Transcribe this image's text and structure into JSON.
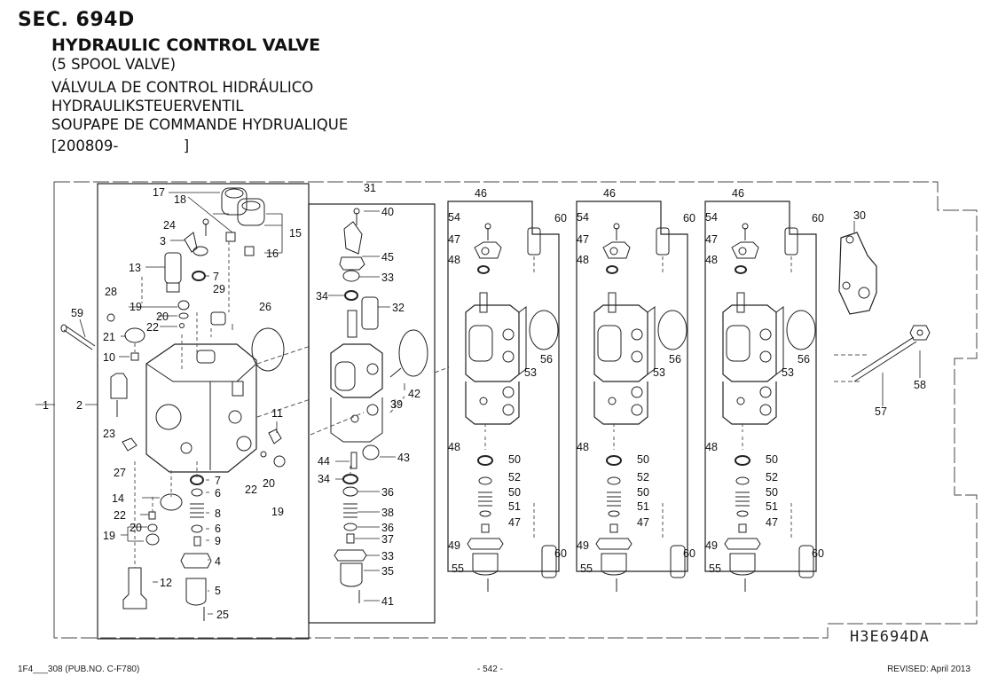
{
  "header": {
    "section": "SEC. 694D",
    "title": "HYDRAULIC CONTROL VALVE",
    "subtitle": "(5 SPOOL VALVE)",
    "title_es": "VÁLVULA DE CONTROL HIDRÁULICO",
    "title_de": "HYDRAULIKSTEUERVENTIL",
    "title_fr": "SOUPAPE DE COMMANDE HYDRUALIQUE",
    "serial_range": "[200809-              ]"
  },
  "diagram": {
    "figure_code": "H3E694DA",
    "callouts_block1": [
      {
        "id": "c1",
        "text": "1"
      },
      {
        "id": "c2",
        "text": "2"
      },
      {
        "id": "c3",
        "text": "3"
      },
      {
        "id": "c4",
        "text": "4"
      },
      {
        "id": "c5",
        "text": "5"
      },
      {
        "id": "c6a",
        "text": "6"
      },
      {
        "id": "c6b",
        "text": "6"
      },
      {
        "id": "c7a",
        "text": "7"
      },
      {
        "id": "c7b",
        "text": "7"
      },
      {
        "id": "c8",
        "text": "8"
      },
      {
        "id": "c9",
        "text": "9"
      },
      {
        "id": "c10",
        "text": "10"
      },
      {
        "id": "c11",
        "text": "11"
      },
      {
        "id": "c12",
        "text": "12"
      },
      {
        "id": "c13",
        "text": "13"
      },
      {
        "id": "c14",
        "text": "14"
      },
      {
        "id": "c15",
        "text": "15"
      },
      {
        "id": "c16",
        "text": "16"
      },
      {
        "id": "c17",
        "text": "17"
      },
      {
        "id": "c18",
        "text": "18"
      },
      {
        "id": "c19a",
        "text": "19"
      },
      {
        "id": "c19b",
        "text": "19"
      },
      {
        "id": "c19c",
        "text": "19"
      },
      {
        "id": "c20a",
        "text": "20"
      },
      {
        "id": "c20b",
        "text": "20"
      },
      {
        "id": "c20c",
        "text": "20"
      },
      {
        "id": "c21",
        "text": "21"
      },
      {
        "id": "c22a",
        "text": "22"
      },
      {
        "id": "c22b",
        "text": "22"
      },
      {
        "id": "c22c",
        "text": "22"
      },
      {
        "id": "c23",
        "text": "23"
      },
      {
        "id": "c24",
        "text": "24"
      },
      {
        "id": "c25",
        "text": "25"
      },
      {
        "id": "c26",
        "text": "26"
      },
      {
        "id": "c27",
        "text": "27"
      },
      {
        "id": "c28",
        "text": "28"
      },
      {
        "id": "c29",
        "text": "29"
      },
      {
        "id": "c59",
        "text": "59"
      }
    ],
    "callouts_block2": [
      {
        "id": "d31",
        "text": "31"
      },
      {
        "id": "d40",
        "text": "40"
      },
      {
        "id": "d45",
        "text": "45"
      },
      {
        "id": "d33a",
        "text": "33"
      },
      {
        "id": "d34a",
        "text": "34"
      },
      {
        "id": "d32",
        "text": "32"
      },
      {
        "id": "d42",
        "text": "42"
      },
      {
        "id": "d39",
        "text": "39"
      },
      {
        "id": "d43",
        "text": "43"
      },
      {
        "id": "d44",
        "text": "44"
      },
      {
        "id": "d34b",
        "text": "34"
      },
      {
        "id": "d36a",
        "text": "36"
      },
      {
        "id": "d38",
        "text": "38"
      },
      {
        "id": "d36b",
        "text": "36"
      },
      {
        "id": "d37",
        "text": "37"
      },
      {
        "id": "d33b",
        "text": "33"
      },
      {
        "id": "d35",
        "text": "35"
      },
      {
        "id": "d41",
        "text": "41"
      }
    ],
    "section_labels": {
      "n46": "46",
      "n54": "54",
      "n47": "47",
      "n48": "48",
      "n60": "60",
      "n56": "56",
      "n53": "53",
      "n50": "50",
      "n52": "52",
      "n51": "51",
      "n49": "49",
      "n55": "55"
    },
    "callouts_right": [
      {
        "id": "r30",
        "text": "30"
      },
      {
        "id": "r57",
        "text": "57"
      },
      {
        "id": "r58",
        "text": "58"
      }
    ]
  },
  "footer": {
    "left": "1F4___308 (PUB.NO. C-F780)",
    "center": "- 542 -",
    "right": "REVISED: April 2013"
  }
}
